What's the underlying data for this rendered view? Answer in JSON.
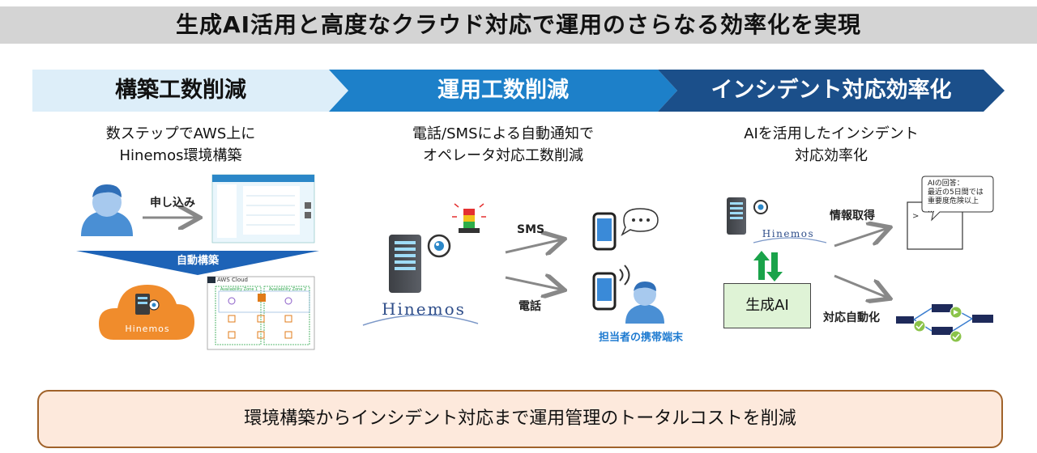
{
  "title": "生成AI活用と高度なクラウド対応で運用のさらなる効率化を実現",
  "steps": [
    {
      "label": "構築工数削減",
      "desc_lines": [
        "数ステップでAWS上に",
        "Hinemos環境構築"
      ]
    },
    {
      "label": "運用工数削減",
      "desc_lines": [
        "電話/SMSによる自動通知で",
        "オペレータ対応工数削減"
      ]
    },
    {
      "label": "インシデント対応効率化",
      "desc_lines": [
        "AIを活用したインシデント",
        "対応効率化"
      ]
    }
  ],
  "section1": {
    "apply_label": "申し込み",
    "auto_build_label": "自動構築",
    "cloud_logo": "Hinemos",
    "aws_diagram": {
      "header": "AWS Cloud",
      "az_labels": [
        "Availability Zone 1",
        "Availability Zone 2"
      ]
    }
  },
  "section2": {
    "logo": "Hinemos",
    "sms_label": "SMS",
    "call_label": "電話",
    "phone_caption": "担当者の携帯端末"
  },
  "section3": {
    "logo": "Hinemos",
    "info_label": "情報取得",
    "auto_label": "対応自動化",
    "genai_label": "生成AI",
    "bubble_lines": [
      "AIの回答：",
      "最近の5日間では",
      "重要度危険以上",
      "…"
    ],
    "terminal_prompt": ">"
  },
  "bottom_message": "環境構築からインシデント対応まで運用管理のトータルコストを削減",
  "colors": {
    "chevron1": "#ddeef9",
    "chevron2": "#1d80c9",
    "chevron3": "#1b4f8a",
    "person": "#4a8fd4",
    "cloud": "#f08c2c",
    "green_arrow": "#1aa34a",
    "bottom_fill": "#fde9dc",
    "bottom_border": "#a0622a"
  }
}
